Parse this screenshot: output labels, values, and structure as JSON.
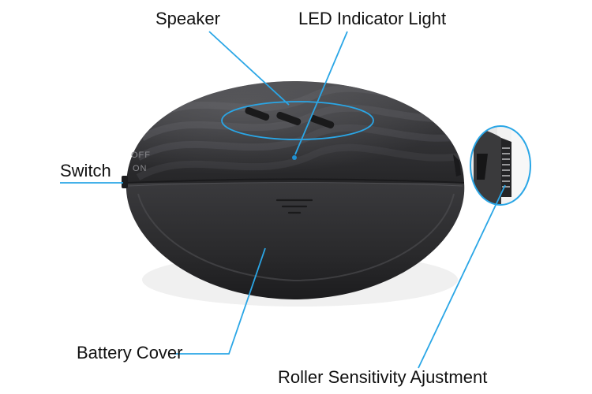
{
  "callouts": {
    "speaker": "Speaker",
    "led": "LED Indicator Light",
    "switch": "Switch",
    "battery_cover": "Battery Cover",
    "roller": "Roller Sensitivity Ajustment"
  },
  "device_markings": {
    "off": "OFF",
    "on": "ON"
  },
  "colors": {
    "callout_line": "#2aa6e6",
    "device_body": "#2e2e30",
    "background": "#ffffff"
  }
}
